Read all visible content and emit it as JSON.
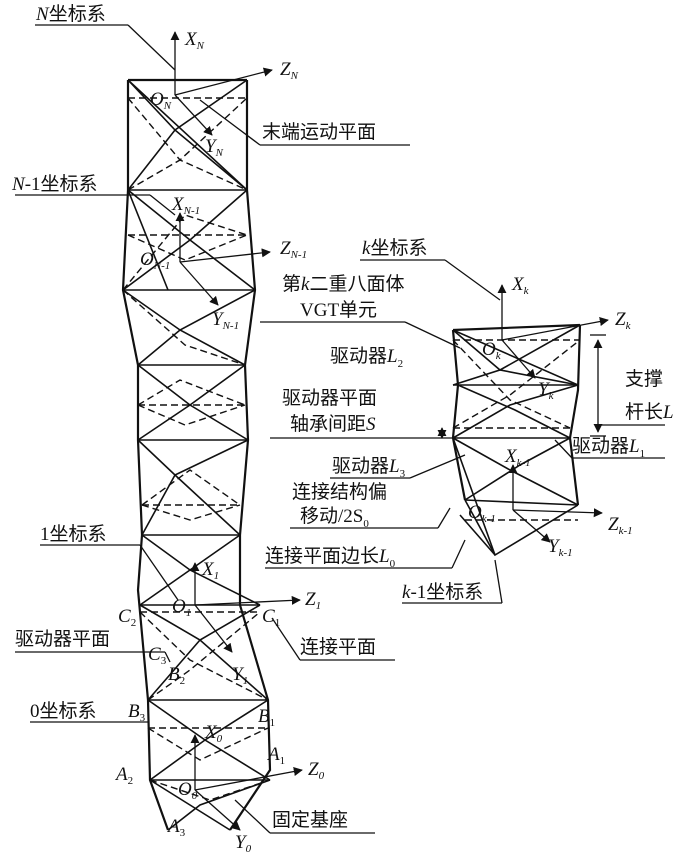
{
  "callouts": {
    "n_frame": {
      "var": "N",
      "text": "坐标系"
    },
    "end_plane": "末端运动平面",
    "n1_frame": {
      "var": "N",
      "text": "-1坐标系"
    },
    "frame1": "1坐标系",
    "conn_plane": "连接平面",
    "act_plane_left": "驱动器平面",
    "frame0": "0坐标系",
    "base": "固定基座",
    "k_frame": {
      "var": "k",
      "text": "坐标系"
    },
    "kth_unit_1": {
      "pre": "第",
      "var": "k",
      "post": "二重八面体"
    },
    "kth_unit_2": "VGT单元",
    "act_L2": {
      "text": "驱动器",
      "var": "L",
      "sub": "2"
    },
    "act_plane_right": "驱动器平面",
    "bearing": {
      "text": "轴承间距",
      "var": "S"
    },
    "act_L3": {
      "text": "驱动器",
      "var": "L",
      "sub": "3"
    },
    "offset_1": "连接结构偏",
    "offset_2": {
      "text": "移动/2S",
      "sub": "0"
    },
    "edge_len": {
      "text": "连接平面边长",
      "var": "L",
      "sub": "0"
    },
    "km1_frame": {
      "var": "k",
      "text": "-1坐标系"
    },
    "strut_1": "支撑",
    "strut_2": {
      "text": "杆长",
      "var": "L"
    },
    "act_L1": {
      "text": "驱动器",
      "var": "L",
      "sub": "1"
    }
  },
  "axes_labels": {
    "XN": {
      "v": "X",
      "s": "N"
    },
    "ZN": {
      "v": "Z",
      "s": "N"
    },
    "ON": {
      "v": "O",
      "s": "N"
    },
    "YN": {
      "v": "Y",
      "s": "N"
    },
    "XN1": {
      "v": "X",
      "s": "N-1"
    },
    "ZN1": {
      "v": "Z",
      "s": "N-1"
    },
    "ON1": {
      "v": "O",
      "s": "N-1"
    },
    "YN1": {
      "v": "Y",
      "s": "N-1"
    },
    "X1": {
      "v": "X",
      "s": "1"
    },
    "Z1": {
      "v": "Z",
      "s": "1"
    },
    "O1": {
      "v": "O",
      "s": "1"
    },
    "Y1": {
      "v": "Y",
      "s": "1"
    },
    "X0": {
      "v": "X",
      "s": "0"
    },
    "Z0": {
      "v": "Z",
      "s": "0"
    },
    "O0": {
      "v": "O",
      "s": "0"
    },
    "Y0": {
      "v": "Y",
      "s": "0"
    },
    "Xk": {
      "v": "X",
      "s": "k"
    },
    "Zk": {
      "v": "Z",
      "s": "k"
    },
    "Ok": {
      "v": "O",
      "s": "k"
    },
    "Yk": {
      "v": "Y",
      "s": "k"
    },
    "Xk1": {
      "v": "X",
      "s": "k-1"
    },
    "Zk1": {
      "v": "Z",
      "s": "k-1"
    },
    "Ok1": {
      "v": "O",
      "s": "k-1"
    },
    "Yk1": {
      "v": "Y",
      "s": "k-1"
    }
  },
  "points": {
    "C2": {
      "v": "C",
      "s": "2"
    },
    "C1": {
      "v": "C",
      "s": "1"
    },
    "C3": {
      "v": "C",
      "s": "3"
    },
    "B2": {
      "v": "B",
      "s": "2"
    },
    "B3": {
      "v": "B",
      "s": "3"
    },
    "B1": {
      "v": "B",
      "s": "1"
    },
    "A1": {
      "v": "A",
      "s": "1"
    },
    "A2": {
      "v": "A",
      "s": "2"
    },
    "A3": {
      "v": "A",
      "s": "3"
    }
  }
}
